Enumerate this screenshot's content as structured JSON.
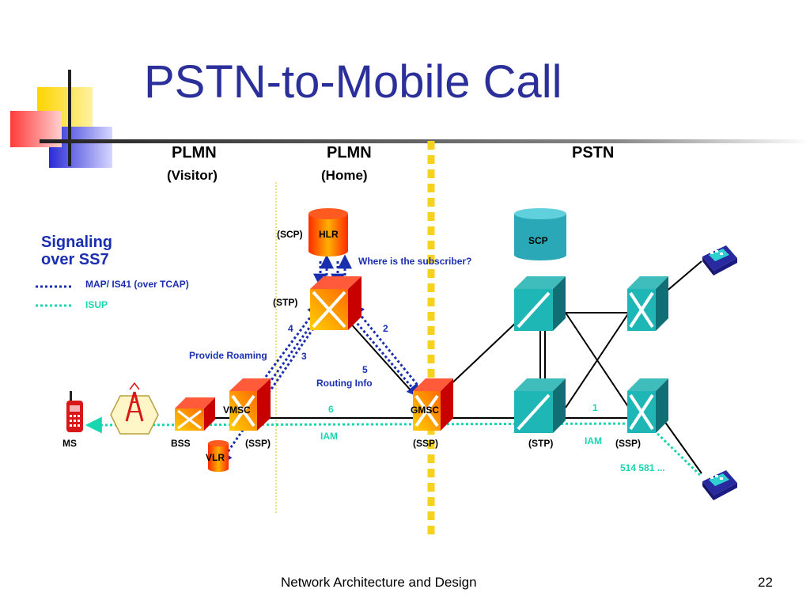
{
  "slide": {
    "title": "PSTN-to-Mobile Call",
    "footer_text": "Network Architecture and Design",
    "page_number": "22"
  },
  "regions": {
    "plmn_visitor": {
      "title": "PLMN",
      "subtitle": "(Visitor)"
    },
    "plmn_home": {
      "title": "PLMN",
      "subtitle": "(Home)"
    },
    "pstn": {
      "title": "PSTN"
    }
  },
  "legend": {
    "heading_line1": "Signaling",
    "heading_line2": "over SS7",
    "map_label": "MAP/ IS41  (over TCAP)",
    "isup_label": "ISUP"
  },
  "nodes": {
    "hlr": {
      "name": "HLR",
      "role": "(SCP)"
    },
    "stp_home": {
      "role": "(STP)"
    },
    "vmsc": {
      "name": "VMSC",
      "role": "(SSP)"
    },
    "gmsc": {
      "name": "GMSC",
      "role": "(SSP)"
    },
    "vlr": {
      "name": "VLR"
    },
    "bss": {
      "name": "BSS"
    },
    "ms": {
      "name": "MS"
    },
    "scp_pstn": {
      "name": "SCP"
    },
    "stp_pstn": {
      "role": "(STP)"
    },
    "ssp_pstn": {
      "role": "(SSP)"
    }
  },
  "annotations": {
    "where_is_subscriber": "Where is the subscriber?",
    "provide_roaming": "Provide Roaming",
    "routing_info": "Routing Info",
    "iam_left": "IAM",
    "iam_right": "IAM",
    "dialed_number": "514 581 ..."
  },
  "steps": [
    "1",
    "2",
    "3",
    "4",
    "5",
    "6"
  ],
  "colors": {
    "title": "#2b2f9a",
    "map_signal": "#1a2fb0",
    "isup_signal": "#19d6b0",
    "boundary": "#f7d21c",
    "plmn_switch": "#d81818",
    "pstn_switch": "#1fb6b6"
  }
}
